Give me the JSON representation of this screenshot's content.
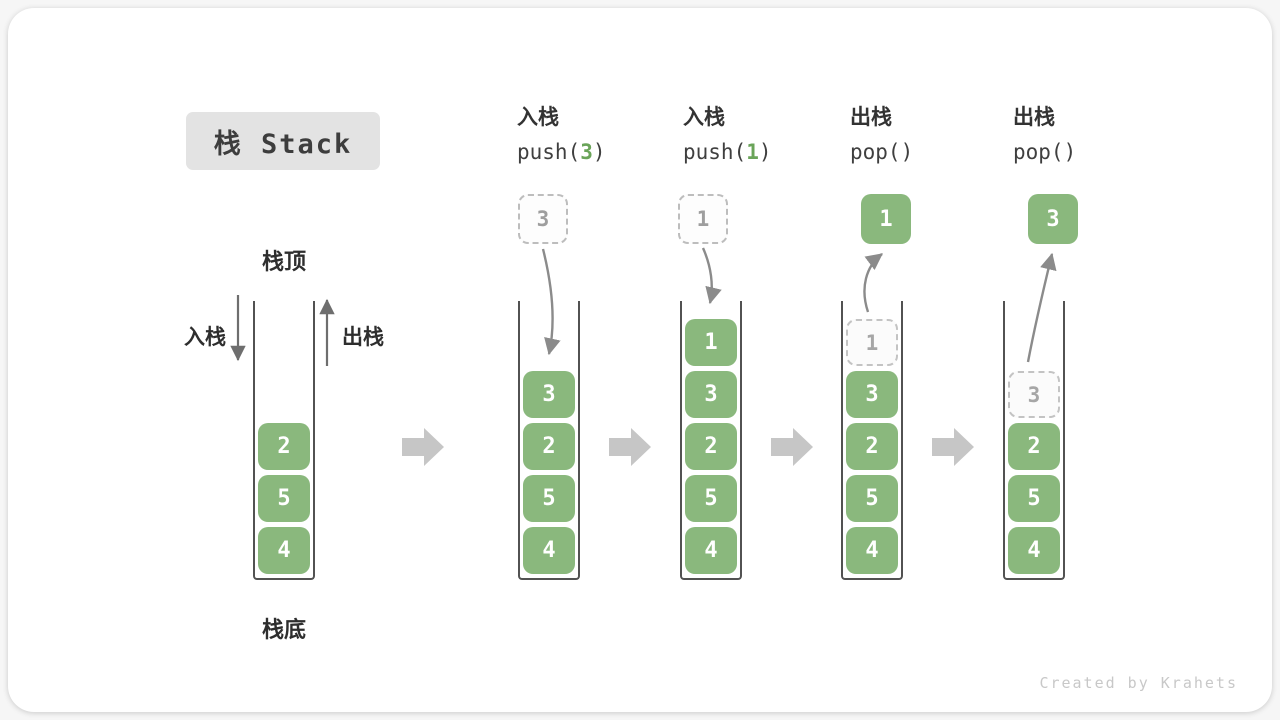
{
  "title": "栈 Stack",
  "annotations": {
    "stack_top": "栈顶",
    "stack_bottom": "栈底",
    "push_side_label": "入栈",
    "pop_side_label": "出栈"
  },
  "footer": "Created by Krahets",
  "colors": {
    "cell_green": "#8ab87d",
    "code_arg_green": "#6aa459",
    "title_box_bg": "#e3e3e3",
    "block_arrow_gray": "#c6c6c6",
    "thin_arrow_gray": "#7a7a7a",
    "ghost_border_gray": "#c3c3c3"
  },
  "stages": [
    {
      "cells": [
        "2",
        "5",
        "4"
      ]
    },
    {
      "op_cn": "入栈",
      "op_prefix": "push(",
      "op_arg": "3",
      "op_suffix": ")",
      "float_value": "3",
      "float_style": "dashed",
      "cells": [
        "3",
        "2",
        "5",
        "4"
      ]
    },
    {
      "op_cn": "入栈",
      "op_prefix": "push(",
      "op_arg": "1",
      "op_suffix": ")",
      "float_value": "1",
      "float_style": "dashed",
      "cells": [
        "1",
        "3",
        "2",
        "5",
        "4"
      ]
    },
    {
      "op_cn": "出栈",
      "op_prefix": "pop(",
      "op_arg": "",
      "op_suffix": ")",
      "float_value": "1",
      "float_style": "solid",
      "ghost_value": "1",
      "cells": [
        "3",
        "2",
        "5",
        "4"
      ]
    },
    {
      "op_cn": "出栈",
      "op_prefix": "pop(",
      "op_arg": "",
      "op_suffix": ")",
      "float_value": "3",
      "float_style": "solid",
      "ghost_value": "3",
      "cells": [
        "2",
        "5",
        "4"
      ]
    }
  ]
}
